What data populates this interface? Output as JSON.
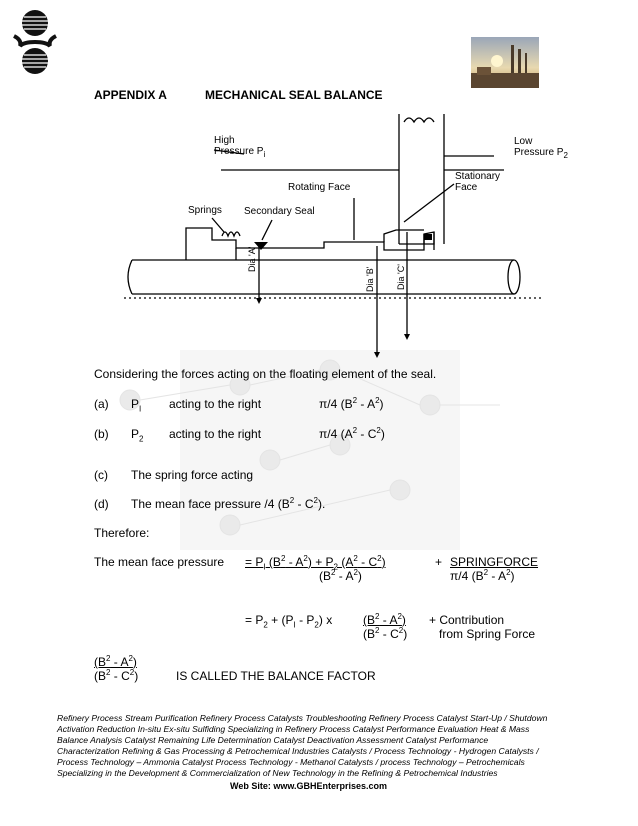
{
  "header": {
    "appendix": "APPENDIX A",
    "title": "MECHANICAL SEAL BALANCE"
  },
  "diagram": {
    "labels": {
      "high_pressure": "High",
      "high_pressure2": "Pressure P",
      "high_sub": "i",
      "low_pressure": "Low",
      "low_pressure2": "Pressure P",
      "low_sub": "2",
      "rotating_face": "Rotating Face",
      "stationary": "Stationary",
      "stationary2": "Face",
      "springs": "Springs",
      "secondary_seal": "Secondary Seal",
      "dia_a": "Dia 'A'",
      "dia_b": "Dia 'B'",
      "dia_c": "Dia 'C'"
    }
  },
  "body": {
    "intro": "Considering the forces acting on the floating element of the seal.",
    "a_label": "(a)",
    "a_var": "P",
    "a_sub": "I",
    "a_text": "acting to the right",
    "a_formula": "π/4 (B",
    "a_formula2": " - A",
    "a_formula3": ")",
    "b_label": "(b)",
    "b_var": "P",
    "b_sub": "2",
    "b_text": "acting to the right",
    "b_formula": "π/4 (A",
    "b_formula2": " - C",
    "b_formula3": ")",
    "c_label": "(c)",
    "c_text": "The spring force acting",
    "d_label": "(d)",
    "d_text": "The mean face pressure /4 (B",
    "d_text2": " - C",
    "d_text3": ").",
    "therefore": "Therefore:",
    "mean_label": "The mean face pressure",
    "eq1_num_a": "= P",
    "eq1_num_b": "I",
    "eq1_num_c": " (B",
    "eq1_num_d": " - A",
    "eq1_num_e": ")  +  P",
    "eq1_num_f": "2",
    "eq1_num_g": " (A",
    "eq1_num_h": " - C",
    "eq1_num_i": ")",
    "eq1_plus": "+",
    "eq1_spring": "SPRINGFORCE",
    "eq1_den1a": "(B",
    "eq1_den1b": " - A",
    "eq1_den1c": ")",
    "eq1_den2a": "π/4 (B",
    "eq1_den2b": " - A",
    "eq1_den2c": ")",
    "eq2_a": "= P",
    "eq2_b": "2",
    "eq2_c": " + (P",
    "eq2_d": "I",
    "eq2_e": " - P",
    "eq2_f": "2",
    "eq2_g": ")  x",
    "eq2_num_a": "(B",
    "eq2_num_b": " - A",
    "eq2_num_c": ")",
    "eq2_contrib": "+ Contribution",
    "eq2_den_a": "(B",
    "eq2_den_b": " - C",
    "eq2_den_c": ")",
    "eq2_from": "from Spring Force",
    "bf_num_a": "(B",
    "bf_num_b": " - A",
    "bf_num_c": ")",
    "bf_den_a": "(B",
    "bf_den_b": " - C",
    "bf_den_c": ")",
    "bf_text": "IS CALLED THE BALANCE FACTOR",
    "sq": "2"
  },
  "footer": {
    "line1": "Refinery Process Stream Purification Refinery Process Catalysts Troubleshooting Refinery Process Catalyst Start-Up / Shutdown",
    "line2": " Activation   Reduction  In-situ  Ex-situ Sulfiding Specializing in Refinery Process Catalyst Performance Evaluation Heat & Mass",
    "line3": " Balance Analysis  Catalyst Remaining Life Determination  Catalyst Deactivation Assessment  Catalyst Performance",
    "line4": "Characterization  Refining  & Gas Processing &  Petrochemical Industries  Catalysts / Process Technology - Hydrogen  Catalysts /",
    "line5": "Process Technology – Ammonia  Catalyst Process Technology - Methanol  Catalysts / process Technology – Petrochemicals",
    "line6": "Specializing in the Development  & Commercialization of New Technology in the Refining &   Petrochemical Industries",
    "website": "Web Site: www.GBHEnterprises.com"
  }
}
